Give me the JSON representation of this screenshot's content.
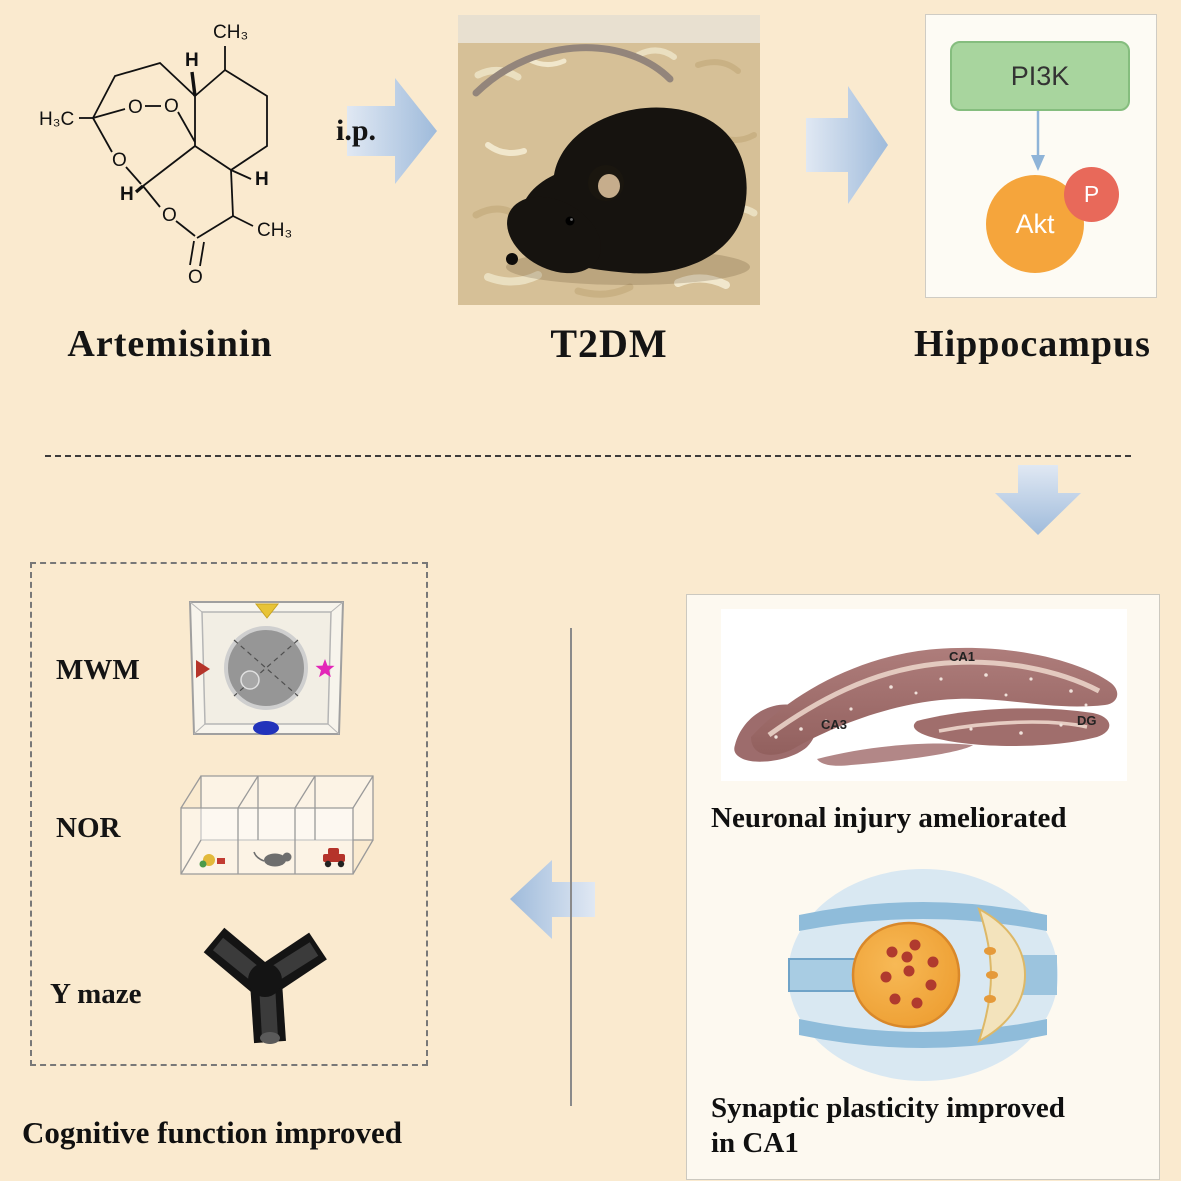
{
  "page": {
    "bg": "#FAEACF"
  },
  "top": {
    "artemisinin_label": "Artemisinin",
    "ip_label": "i.p.",
    "t2dm_label": "T2DM",
    "hippocampus_label": "Hippocampus"
  },
  "molecule": {
    "ch3_top": "CH₃",
    "h_top": "H",
    "h3c_left": "H₃C",
    "o_peroxide_a": "O",
    "o_peroxide_b": "O",
    "o_ring": "O",
    "h_mid": "H",
    "o_lactone": "O",
    "o_carbonyl": "O",
    "h_right": "H",
    "ch3_right": "CH₃"
  },
  "pathway": {
    "pi3k_label": "PI3K",
    "akt_label": "Akt",
    "p_label": "P"
  },
  "behavior_panel": {
    "mwm_label": "MWM",
    "nor_label": "NOR",
    "ymaze_label": "Y maze",
    "caption": "Cognitive function improved"
  },
  "results_panel": {
    "ca1_label": "CA1",
    "ca3_label": "CA3",
    "dg_label": "DG",
    "neuronal_caption": "Neuronal injury ameliorated",
    "synaptic_caption_line1": "Synaptic plasticity improved",
    "synaptic_caption_line2": "in CA1"
  }
}
